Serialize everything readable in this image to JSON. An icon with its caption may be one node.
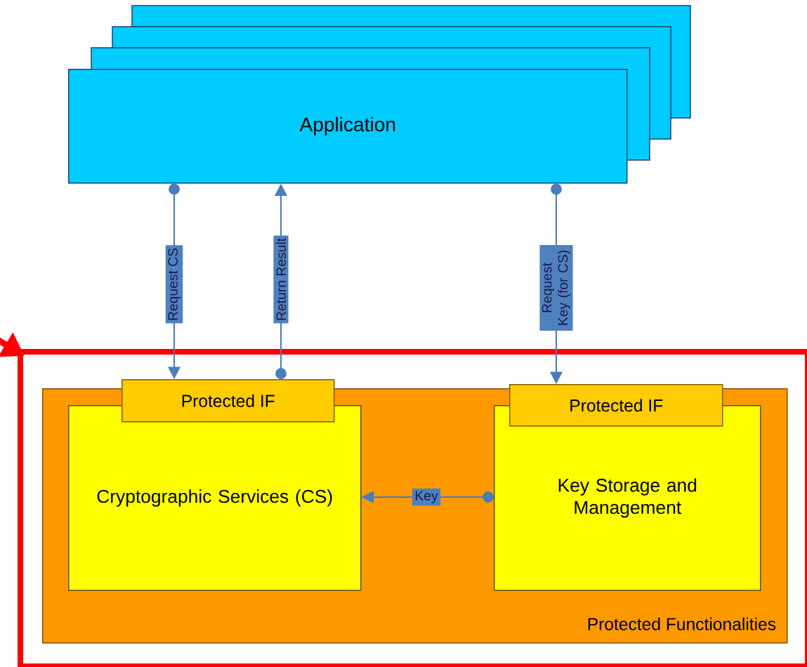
{
  "diagram": {
    "nodes": [
      {
        "text": [
          "Application"
        ]
      },
      {
        "text": [],
        "shape": "box"
      },
      {
        "text": [
          "Protected Functionalities"
        ],
        "in": 1
      },
      {
        "text": [
          "Protected IF"
        ],
        "in": 2
      },
      {
        "text": [
          "Cryptographic Services (CS)"
        ],
        "in": 2
      },
      {
        "text": [
          "Protected IF"
        ],
        "in": 2
      },
      {
        "text": [
          "Key Storage and Management"
        ],
        "in": 2
      }
    ],
    "edges": [
      {
        "from": 0,
        "to": 3,
        "arrow": "to",
        "label": "Request CS"
      },
      {
        "from": 3,
        "to": 0,
        "arrow": "to",
        "label": "Return Result"
      },
      {
        "from": 0,
        "to": 5,
        "arrow": "to",
        "label": "Request Key (for CS)"
      },
      {
        "from": 6,
        "to": 4,
        "arrow": "to",
        "label": "Key"
      },
      {
        "from": null,
        "to": 1,
        "arrow": "to",
        "style": "thick",
        "color": "#ff0000"
      }
    ]
  }
}
